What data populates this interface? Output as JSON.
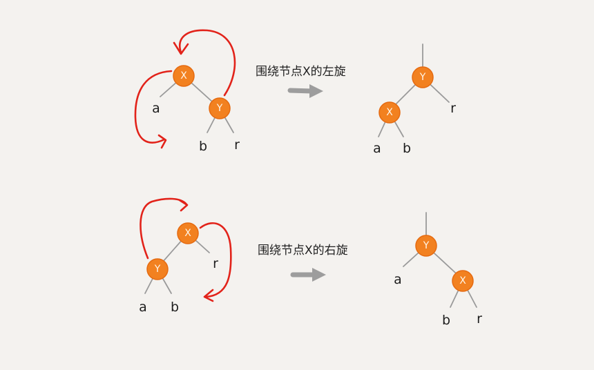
{
  "diagrams": {
    "left_rotation": {
      "caption": "围绕节点X的左旋",
      "before": {
        "x": "X",
        "y": "Y",
        "a": "a",
        "b": "b",
        "r": "r"
      },
      "after": {
        "x": "X",
        "y": "Y",
        "a": "a",
        "b": "b",
        "r": "r"
      }
    },
    "right_rotation": {
      "caption": "围绕节点X的右旋",
      "before": {
        "x": "X",
        "y": "Y",
        "a": "a",
        "b": "b",
        "r": "r"
      },
      "after": {
        "x": "X",
        "y": "Y",
        "a": "a",
        "b": "b",
        "r": "r"
      }
    }
  },
  "colors": {
    "node_fill": "#f28120",
    "rotation_arrow": "#e2231a",
    "edge": "#9a9a9a",
    "background": "#f4f2ef"
  }
}
